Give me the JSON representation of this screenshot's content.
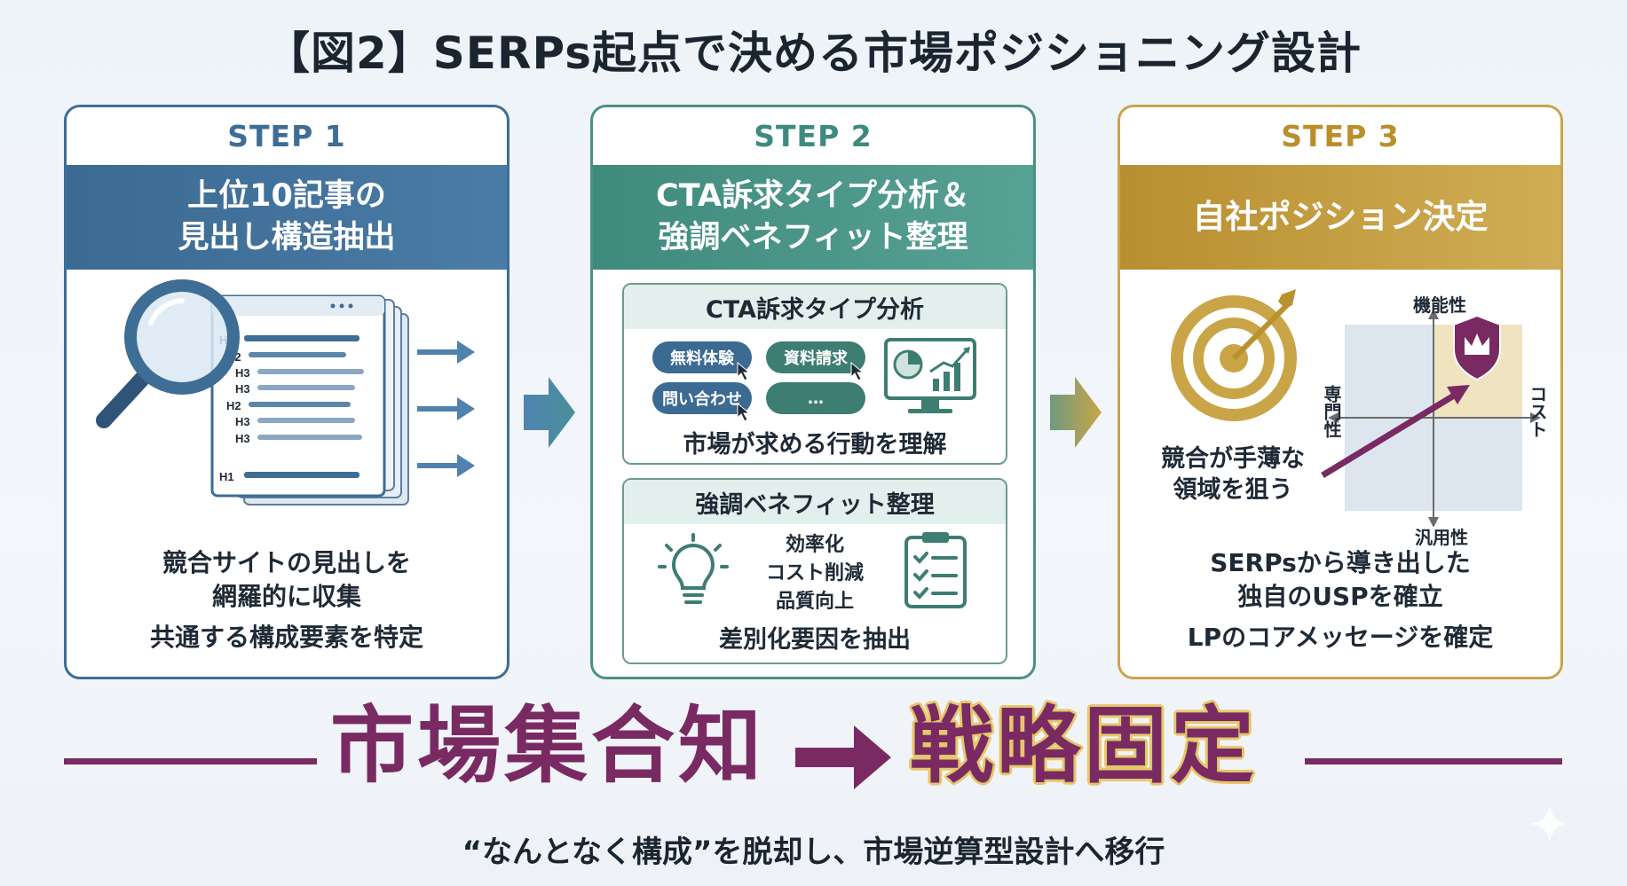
{
  "title": "【図2】SERPs起点で決める市場ポジショニング設計",
  "steps": [
    {
      "step_label": "STEP 1",
      "heading": "上位10記事の\n見出し構造抽出",
      "doc_headings": [
        "H1",
        "H2",
        "H3",
        "H3",
        "H2",
        "H3",
        "H3",
        "H1"
      ],
      "desc_lines": [
        "競合サイトの見出しを",
        "網羅的に収集",
        "共通する構成要素を特定"
      ]
    },
    {
      "step_label": "STEP 2",
      "heading": "CTA訴求タイプ分析＆\n強調ベネフィット整理",
      "cta_box": {
        "title": "CTA訴求タイプ分析",
        "pills": [
          "無料体験",
          "資料請求",
          "問い合わせ",
          "…"
        ],
        "caption": "市場が求める行動を理解"
      },
      "benefit_box": {
        "title": "強調ベネフィット整理",
        "benefits": [
          "効率化",
          "コスト削減",
          "品質向上"
        ],
        "caption": "差別化要因を抽出"
      }
    },
    {
      "step_label": "STEP 3",
      "heading": "自社ポジション決定",
      "axes": {
        "top": "機能性",
        "bottom": "汎用性",
        "left": "専門性",
        "right": "コスト"
      },
      "target_caption": [
        "競合が手薄な",
        "領域を狙う"
      ],
      "desc_lines": [
        "SERPsから導き出した",
        "独自のUSPを確立",
        "LPのコアメッセージを確定"
      ]
    }
  ],
  "summary": {
    "left": "市場集合知",
    "right": "戦略固定",
    "tagline": "“なんとなく構成”を脱却し、市場逆算型設計へ移行"
  },
  "colors": {
    "step1": "#3e6d95",
    "step2": "#4b9185",
    "step3": "#c9a548",
    "accent": "#7a2a63"
  }
}
